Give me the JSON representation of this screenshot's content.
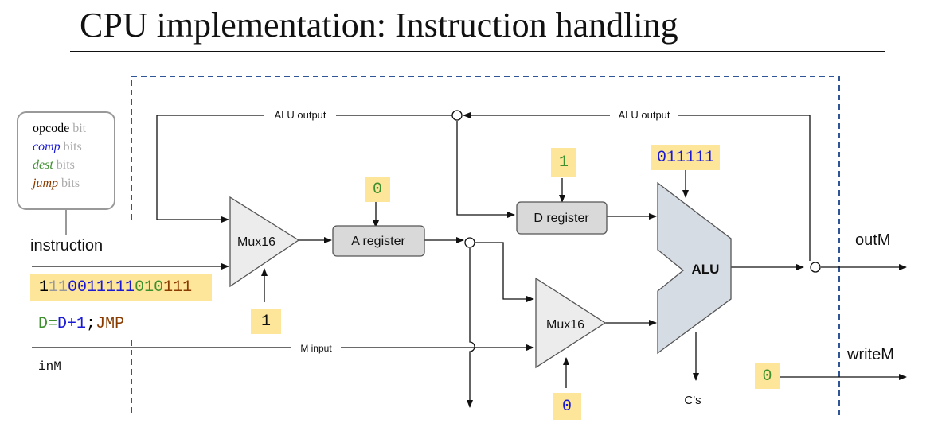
{
  "title": "CPU implementation: Instruction handling",
  "legend": {
    "opcode_key": "opcode",
    "opcode_suffix": " bit",
    "comp_key": "comp",
    "comp_suffix": " bits",
    "dest_key": "dest",
    "dest_suffix": "  bits",
    "jump_key": "jump",
    "jump_suffix": " bits"
  },
  "inputs": {
    "instruction": "instruction",
    "inM": "inM"
  },
  "instruction_bits": {
    "opcode": "1",
    "unused": "11",
    "a_bit": "0",
    "comp": "011111",
    "dest": "010",
    "jump": "111"
  },
  "assembly": {
    "dest": "D",
    "eq": "=",
    "comp": "D+1",
    "semi": ";",
    "jump": "JMP"
  },
  "components": {
    "mux_a": "Mux16",
    "mux_b": "Mux16",
    "a_register": "A register",
    "d_register": "D register",
    "alu": "ALU"
  },
  "wires": {
    "alu_output_left": "ALU output",
    "alu_output_right": "ALU output",
    "m_input": "M input"
  },
  "control_values": {
    "a_reg_load": "0",
    "d_reg_load": "1",
    "alu_control": "011111",
    "mux_a_sel": "1",
    "mux_b_sel": "0",
    "write_m": "0"
  },
  "outputs": {
    "outM": "outM",
    "writeM": "writeM",
    "cs": "C's"
  },
  "colors": {
    "highlight": "#fde59a",
    "dashed_border": "#2f5597",
    "opcode": "#000000",
    "unused": "#9a9a9a",
    "comp": "#1a1ad6",
    "dest": "#3e8f2e",
    "jump": "#8a3b00"
  }
}
